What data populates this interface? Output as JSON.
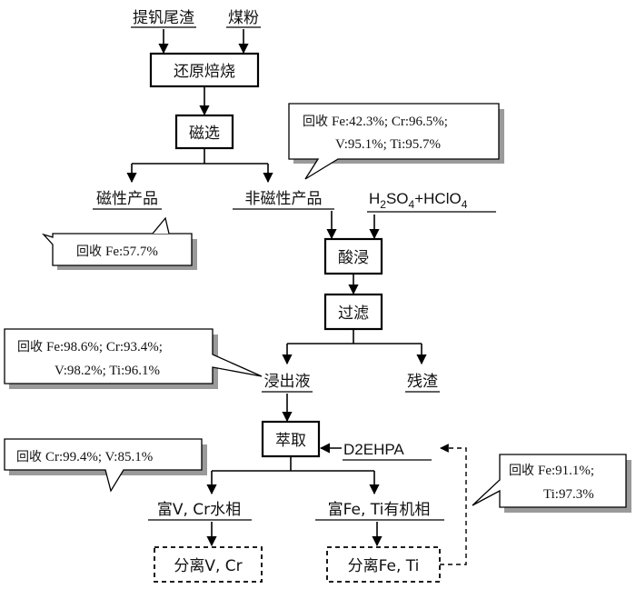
{
  "inputs": {
    "slag": "提钒尾渣",
    "coal": "煤粉",
    "acids": {
      "h": "H",
      "h_sub": "2",
      "so": "SO",
      "so_sub": "4",
      "plus": "+HClO",
      "clo_sub": "4"
    },
    "d2ehpa": "D2EHPA"
  },
  "steps": {
    "roast": "还原焙烧",
    "magsep": "磁选",
    "acid_leach": "酸浸",
    "filter": "过滤",
    "extract": "萃取",
    "sep_vcr": "分离V, Cr",
    "sep_feti": "分离Fe, Ti"
  },
  "products": {
    "magnetic": "磁性产品",
    "nonmagnetic": "非磁性产品",
    "leachate": "浸出液",
    "residue": "残渣",
    "aqueous": "富V, Cr水相",
    "organic": "富Fe, Ti有机相"
  },
  "callouts": {
    "nonmag": {
      "label": "回收",
      "line1": "Fe:42.3%;  Cr:96.5%;",
      "line2": "V:95.1%;    Ti:95.7%"
    },
    "mag": {
      "label": "回收",
      "line1": "Fe:57.7%"
    },
    "leach": {
      "label": "回收",
      "line1": "Fe:98.6%;  Cr:93.4%;",
      "line2": "V:98.2%;   Ti:96.1%"
    },
    "extract": {
      "label": "回收",
      "line1": "Cr:99.4%;  V:85.1%"
    },
    "organic": {
      "label": "回收",
      "line1": "Fe:91.1%;",
      "line2": "Ti:97.3%"
    }
  }
}
